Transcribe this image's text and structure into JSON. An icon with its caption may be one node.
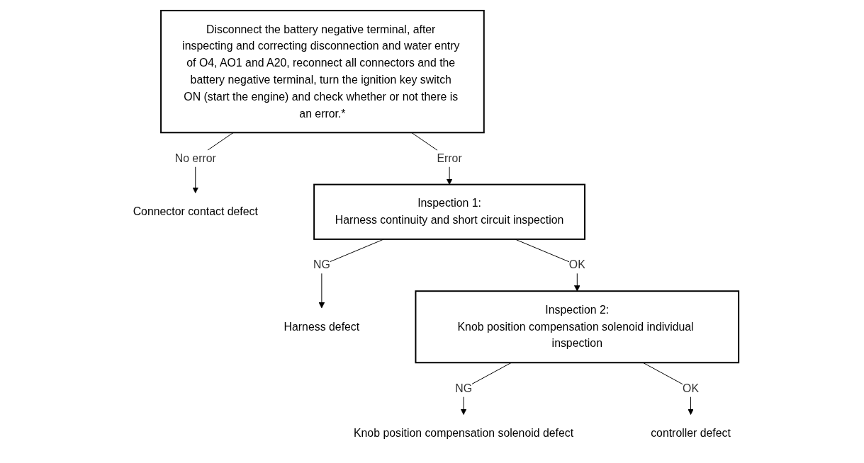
{
  "diagram": {
    "nodes": [
      {
        "text": [
          "Disconnect the battery negative terminal, after inspecting and correcting disconnection and water entry of O4, AO1 and A20, reconnect all connectors and the battery negative terminal, turn the ignition key switch ON (start the engine) and check whether or not there is an error.*"
        ]
      },
      {
        "text": [
          "Connector contact defect"
        ]
      },
      {
        "text": [
          "Inspection 1:",
          "Harness continuity and short circuit inspection"
        ]
      },
      {
        "text": [
          "Harness defect"
        ]
      },
      {
        "text": [
          "Inspection 2:",
          "Knob position compensation solenoid individual inspection"
        ]
      },
      {
        "text": [
          "Knob position compensation solenoid defect"
        ]
      },
      {
        "text": [
          "controller defect"
        ]
      }
    ],
    "edges": [
      {
        "from": 0,
        "to": 1,
        "arrow": "to",
        "label": "No error"
      },
      {
        "from": 0,
        "to": 2,
        "arrow": "to",
        "label": "Error"
      },
      {
        "from": 2,
        "to": 3,
        "arrow": "to",
        "label": "NG"
      },
      {
        "from": 2,
        "to": 4,
        "arrow": "to",
        "label": "OK"
      },
      {
        "from": 4,
        "to": 5,
        "arrow": "to",
        "label": "NG"
      },
      {
        "from": 4,
        "to": 6,
        "arrow": "to",
        "label": "OK"
      }
    ]
  }
}
